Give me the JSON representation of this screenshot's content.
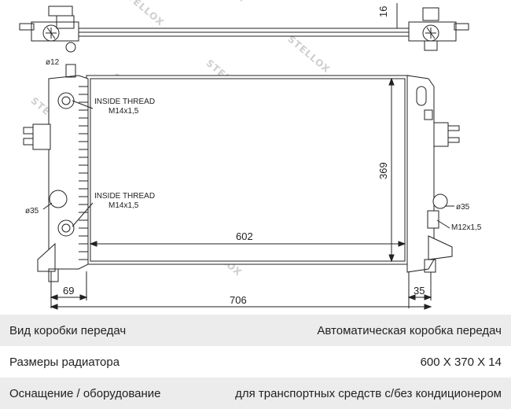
{
  "drawing": {
    "watermark": "STELLOX",
    "dimensions": {
      "thickness": "16",
      "core_width": "602",
      "core_height": "369",
      "overall_width": "706",
      "left_offset": "69",
      "right_offset": "35"
    },
    "labels": {
      "pipe_small": "ø12",
      "pipe_left": "ø35",
      "pipe_right": "ø35",
      "thread_top_line1": "INSIDE THREAD",
      "thread_top_line2": "M14x1,5",
      "thread_bottom_line1": "INSIDE THREAD",
      "thread_bottom_line2": "M14x1,5",
      "bolt": "M12x1,5"
    }
  },
  "specs": [
    {
      "label": "Вид коробки передач",
      "value": "Автоматическая коробка передач"
    },
    {
      "label": "Размеры радиатора",
      "value": "600 X 370 X 14"
    },
    {
      "label": "Оснащение / оборудование",
      "value": "для транспортных средств с/без кондиционером"
    }
  ]
}
